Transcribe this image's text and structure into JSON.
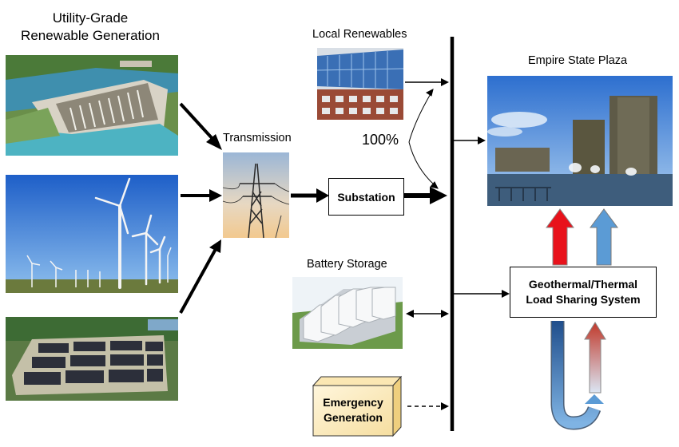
{
  "titles": {
    "utility": "Utility-Grade\nRenewable Generation",
    "transmission": "Transmission",
    "local": "Local Renewables",
    "plaza": "Empire State Plaza",
    "battery": "Battery Storage"
  },
  "labels": {
    "percent": "100%",
    "substation": "Substation",
    "geothermal": "Geothermal/Thermal\nLoad Sharing System",
    "emergency": "Emergency\nGeneration"
  },
  "colors": {
    "hot": "#e8121b",
    "cold": "#5b9bd5",
    "emergency_fill": "#fdeec2"
  }
}
